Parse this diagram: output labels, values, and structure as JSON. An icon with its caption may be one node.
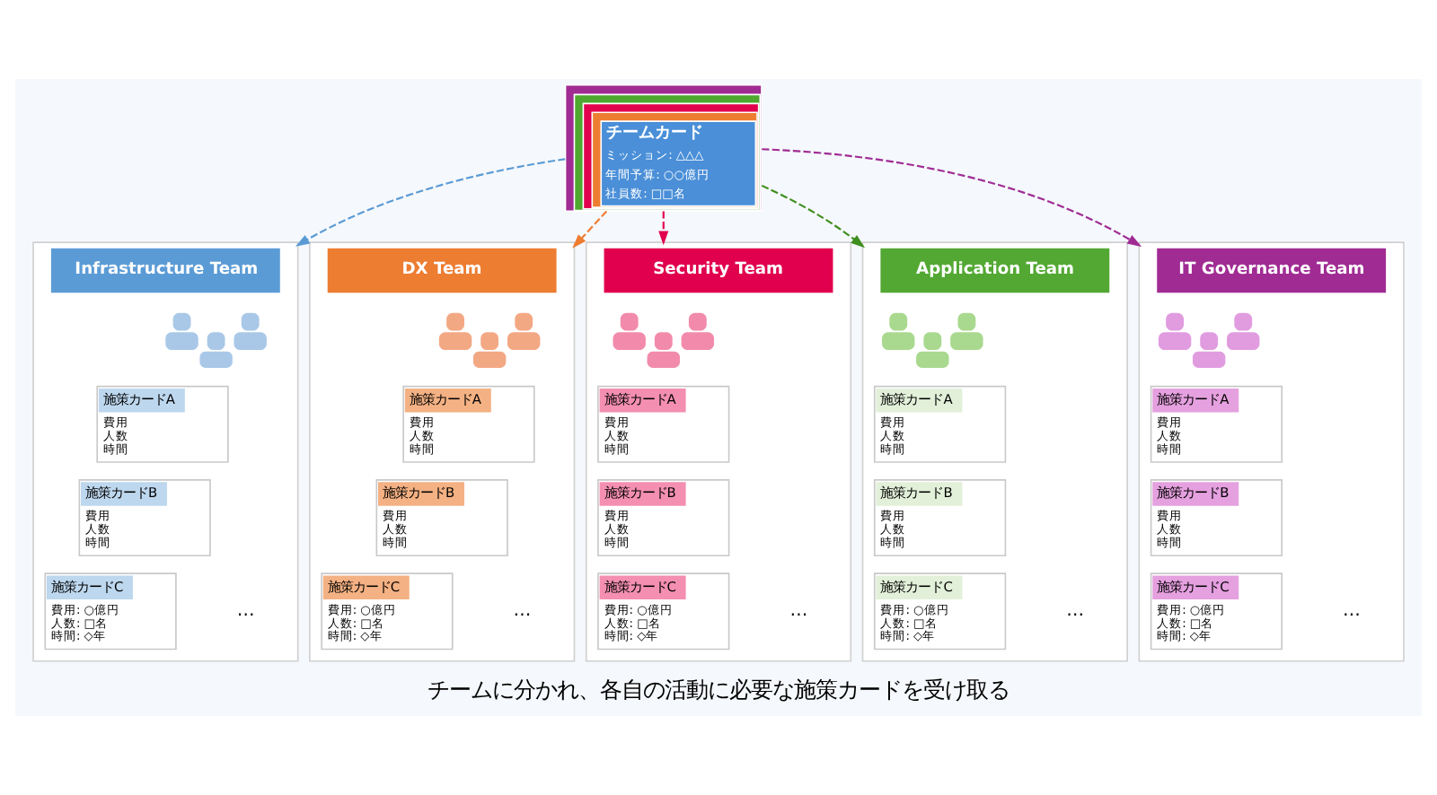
{
  "diagram": {
    "caption": "チームに分かれ、各自の活動に必要な施策カードを受け取る",
    "nodes": [
      {
        "text": [
          "チームカード",
          "ミッション: △△△",
          "年間予算: ○○億円",
          "社員数: □□名"
        ]
      },
      {
        "text": [
          "Infrastructure Team"
        ]
      },
      {
        "text": [],
        "shape": "person",
        "in": 1
      },
      {
        "text": [
          "施策カードA",
          "費用",
          "人数",
          "時間"
        ],
        "in": 1
      },
      {
        "text": [
          "施策カードB",
          "費用",
          "人数",
          "時間"
        ],
        "in": 1
      },
      {
        "text": [
          "施策カードC",
          "費用: ○億円",
          "人数: □名",
          "時間: ◇年"
        ],
        "in": 1
      },
      {
        "text": [
          "DX Team"
        ]
      },
      {
        "text": [],
        "shape": "person",
        "in": 6
      },
      {
        "text": [
          "施策カードA",
          "費用",
          "人数",
          "時間"
        ],
        "in": 6
      },
      {
        "text": [
          "施策カードB",
          "費用",
          "人数",
          "時間"
        ],
        "in": 6
      },
      {
        "text": [
          "施策カードC",
          "費用: ○億円",
          "人数: □名",
          "時間: ◇年"
        ],
        "in": 6
      },
      {
        "text": [
          "Security Team"
        ]
      },
      {
        "text": [],
        "shape": "person",
        "in": 11
      },
      {
        "text": [
          "施策カードA",
          "費用",
          "人数",
          "時間"
        ],
        "in": 11
      },
      {
        "text": [
          "施策カードB",
          "費用",
          "人数",
          "時間"
        ],
        "in": 11
      },
      {
        "text": [
          "施策カードC",
          "費用: ○億円",
          "人数: □名",
          "時間: ◇年"
        ],
        "in": 11
      },
      {
        "text": [
          "Application Team"
        ]
      },
      {
        "text": [],
        "shape": "person",
        "in": 16
      },
      {
        "text": [
          "施策カードA",
          "費用",
          "人数",
          "時間"
        ],
        "in": 16
      },
      {
        "text": [
          "施策カードB",
          "費用",
          "人数",
          "時間"
        ],
        "in": 16
      },
      {
        "text": [
          "施策カードC",
          "費用: ○億円",
          "人数: □名",
          "時間: ◇年"
        ],
        "in": 16
      },
      {
        "text": [
          "IT Governance Team"
        ]
      },
      {
        "text": [],
        "shape": "person",
        "in": 21
      },
      {
        "text": [
          "施策カードA",
          "費用",
          "人数",
          "時間"
        ],
        "in": 21
      },
      {
        "text": [
          "施策カードB",
          "費用",
          "人数",
          "時間"
        ],
        "in": 21
      },
      {
        "text": [
          "施策カードC",
          "費用: ○億円",
          "人数: □名",
          "時間: ◇年"
        ],
        "in": 21
      }
    ],
    "edges": [
      {
        "from": 0,
        "to": 1,
        "arrow": "to",
        "style": "dashed",
        "color": "#5b9bd5"
      },
      {
        "from": 0,
        "to": 6,
        "arrow": "to",
        "style": "dashed",
        "color": "#ed7d31"
      },
      {
        "from": 0,
        "to": 11,
        "arrow": "to",
        "style": "dashed",
        "color": "#e0004d"
      },
      {
        "from": 0,
        "to": 16,
        "arrow": "to",
        "style": "dashed",
        "color": "#3f8f1f"
      },
      {
        "from": 0,
        "to": 21,
        "arrow": "to",
        "style": "dashed",
        "color": "#a02b93"
      }
    ],
    "labels": [
      "…",
      "…",
      "…",
      "…",
      "…"
    ]
  }
}
